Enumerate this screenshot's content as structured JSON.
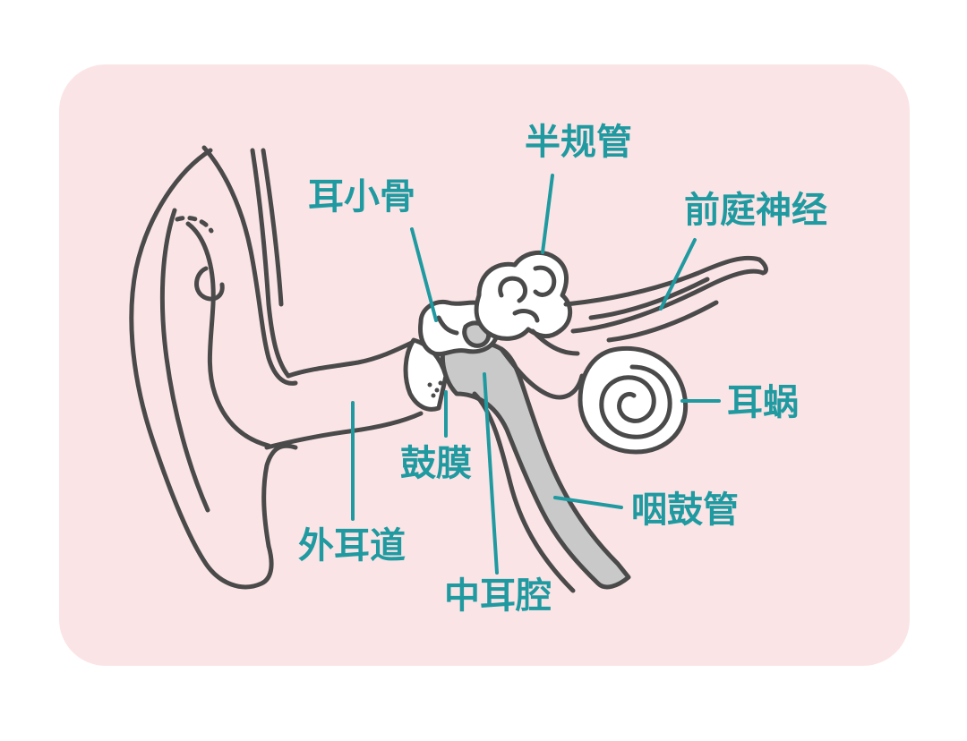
{
  "diagram": {
    "colors": {
      "card_background": "#fbe4e6",
      "label_color": "#1f9aa0",
      "outline_color": "#4a4a4a",
      "tube_fill": "#c9c9c9"
    },
    "labels": {
      "semicircular_canals": "半规管",
      "ossicles": "耳小骨",
      "vestibular_nerve": "前庭神经",
      "cochlea": "耳蜗",
      "eardrum": "鼓膜",
      "eustachian_tube": "咽鼓管",
      "ear_canal": "外耳道",
      "middle_ear_cavity": "中耳腔"
    }
  }
}
